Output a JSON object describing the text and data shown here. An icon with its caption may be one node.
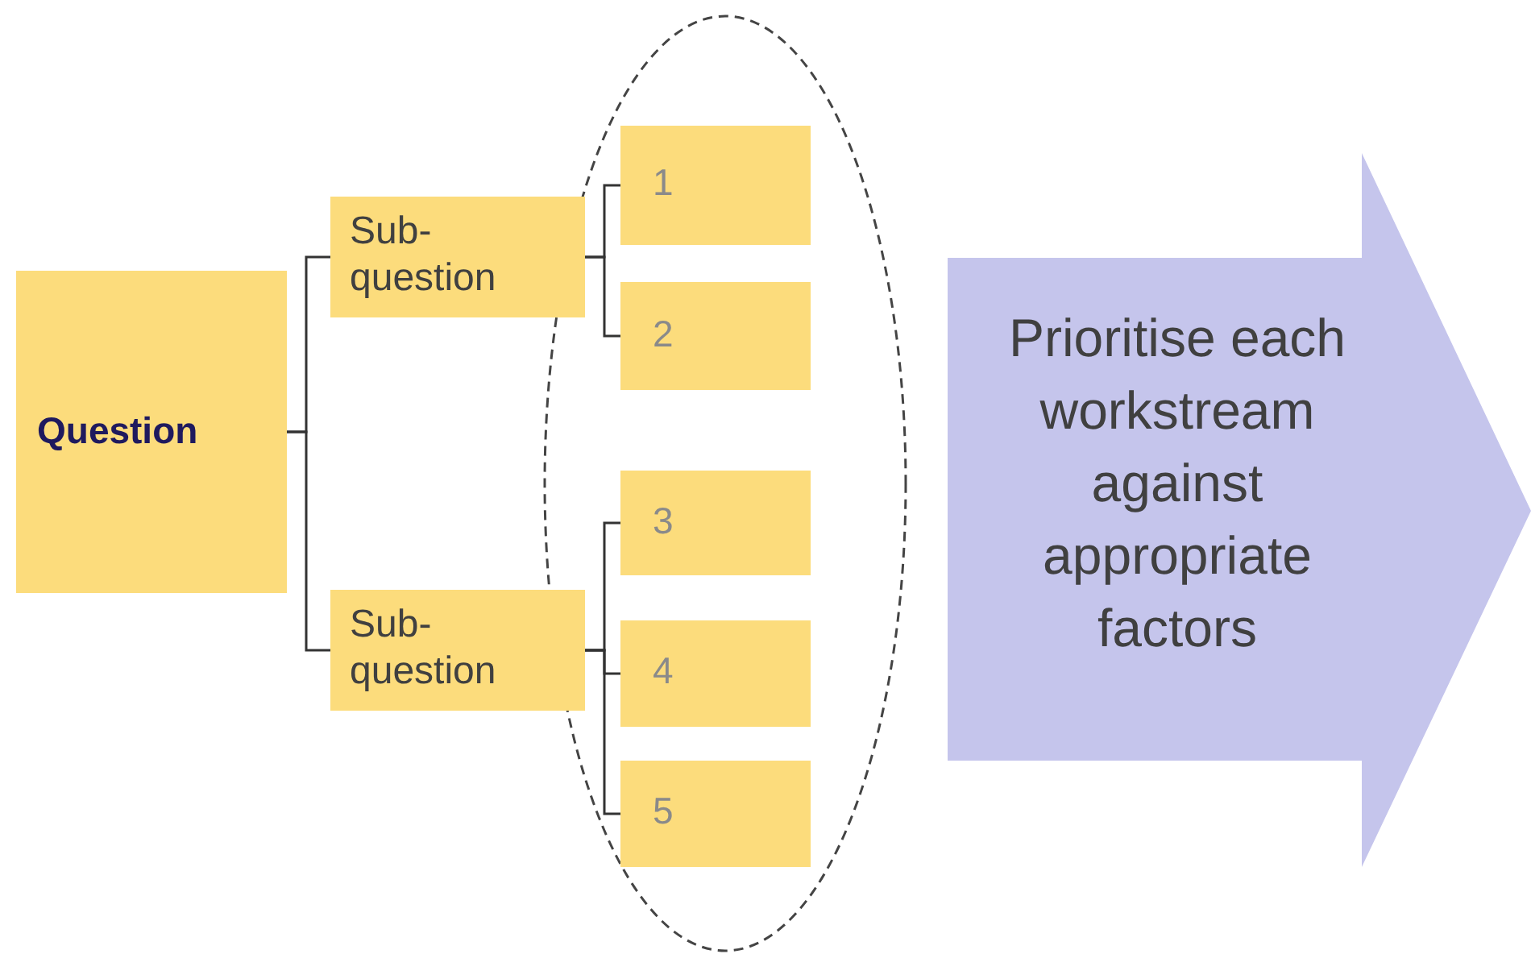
{
  "diagram": {
    "nodes": [
      {
        "text": [
          "Question"
        ]
      },
      {
        "text": [
          "Sub-question"
        ]
      },
      {
        "text": [
          "Sub-question"
        ]
      },
      {
        "text": [
          "1"
        ]
      },
      {
        "text": [
          "2"
        ]
      },
      {
        "text": [
          "3"
        ]
      },
      {
        "text": [
          "4"
        ]
      },
      {
        "text": [
          "5"
        ]
      },
      {
        "text": [
          "Prioritise each workstream against appropriate factors"
        ]
      }
    ],
    "edges": [
      {
        "from": 0,
        "to": 1,
        "arrow": "none"
      },
      {
        "from": 0,
        "to": 2,
        "arrow": "none"
      },
      {
        "from": 1,
        "to": 3,
        "arrow": "none"
      },
      {
        "from": 1,
        "to": 4,
        "arrow": "none"
      },
      {
        "from": 2,
        "to": 5,
        "arrow": "none"
      },
      {
        "from": 2,
        "to": 6,
        "arrow": "none"
      },
      {
        "from": 2,
        "to": 7,
        "arrow": "none"
      }
    ]
  }
}
